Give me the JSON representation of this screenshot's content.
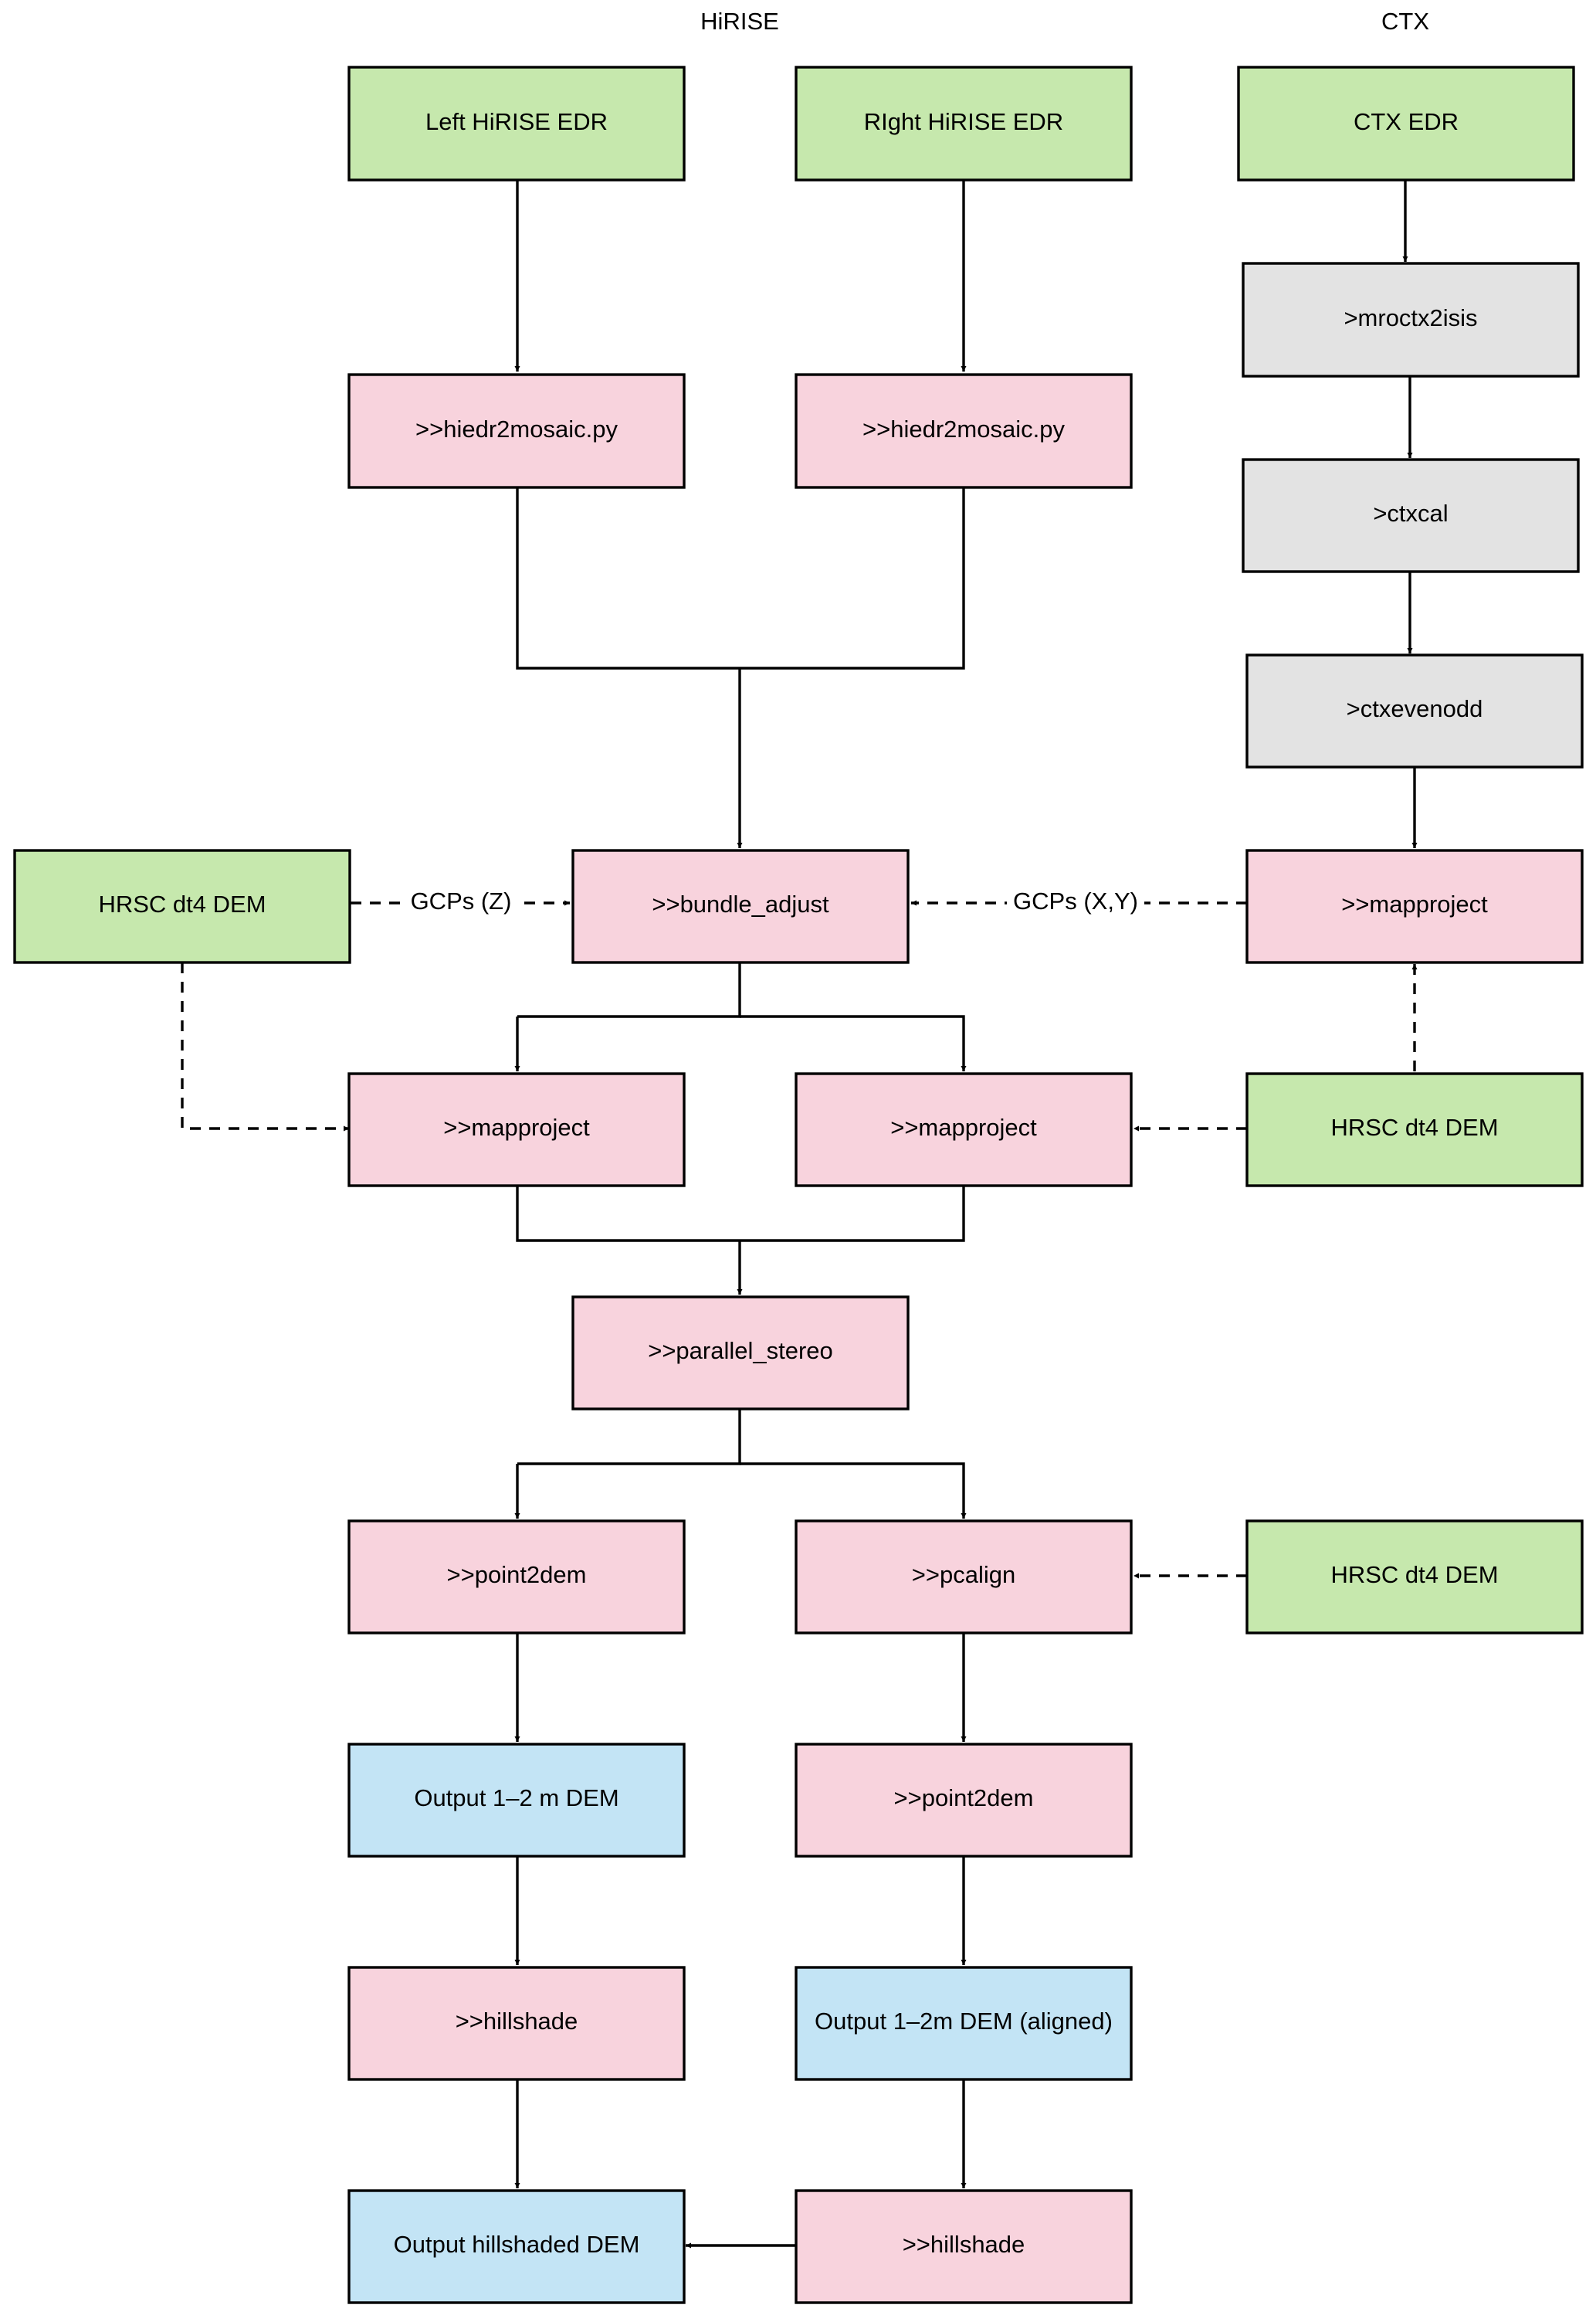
{
  "columns": {
    "hirise": "HiRISE",
    "ctx": "CTX"
  },
  "colors": {
    "input": "#c6e8ad",
    "process": "#f8d3dd",
    "ctx_process": "#e3e3e3",
    "output": "#c3e4f5",
    "stroke": "#000000"
  },
  "nodes": {
    "left_edr": {
      "label": "Left HiRISE EDR",
      "kind": "input"
    },
    "right_edr": {
      "label": "RIght HiRISE EDR",
      "kind": "input"
    },
    "ctx_edr": {
      "label": "CTX EDR",
      "kind": "input"
    },
    "mroctx2isis": {
      "label": ">mroctx2isis",
      "kind": "ctx_process"
    },
    "ctxcal": {
      "label": ">ctxcal",
      "kind": "ctx_process"
    },
    "ctxevenodd": {
      "label": ">ctxevenodd",
      "kind": "ctx_process"
    },
    "hiedr_left": {
      "label": ">>hiedr2mosaic.py",
      "kind": "process"
    },
    "hiedr_right": {
      "label": ">>hiedr2mosaic.py",
      "kind": "process"
    },
    "hrsc_a": {
      "label": "HRSC dt4 DEM",
      "kind": "input"
    },
    "bundle_adjust": {
      "label": ">>bundle_adjust",
      "kind": "process"
    },
    "mapproject_ctx": {
      "label": ">>mapproject",
      "kind": "process"
    },
    "mapproject_left": {
      "label": ">>mapproject",
      "kind": "process"
    },
    "mapproject_right": {
      "label": ">>mapproject",
      "kind": "process"
    },
    "hrsc_b": {
      "label": "HRSC dt4 DEM",
      "kind": "input"
    },
    "parallel_stereo": {
      "label": ">>parallel_stereo",
      "kind": "process"
    },
    "point2dem_a": {
      "label": ">>point2dem",
      "kind": "process"
    },
    "pcalign": {
      "label": ">>pcalign",
      "kind": "process"
    },
    "hrsc_c": {
      "label": "HRSC dt4 DEM",
      "kind": "input"
    },
    "output_dem": {
      "label": "Output 1–2 m DEM",
      "kind": "output"
    },
    "point2dem_b": {
      "label": ">>point2dem",
      "kind": "process"
    },
    "hillshade_a": {
      "label": ">>hillshade",
      "kind": "process"
    },
    "output_aligned": {
      "label": "Output 1–2m DEM (aligned)",
      "kind": "output"
    },
    "output_hillshade": {
      "label": "Output hillshaded DEM",
      "kind": "output"
    },
    "hillshade_b": {
      "label": ">>hillshade",
      "kind": "process"
    }
  },
  "edges": {
    "gcps_z": "GCPs (Z)",
    "gcps_xy": "GCPs (X,Y)"
  }
}
